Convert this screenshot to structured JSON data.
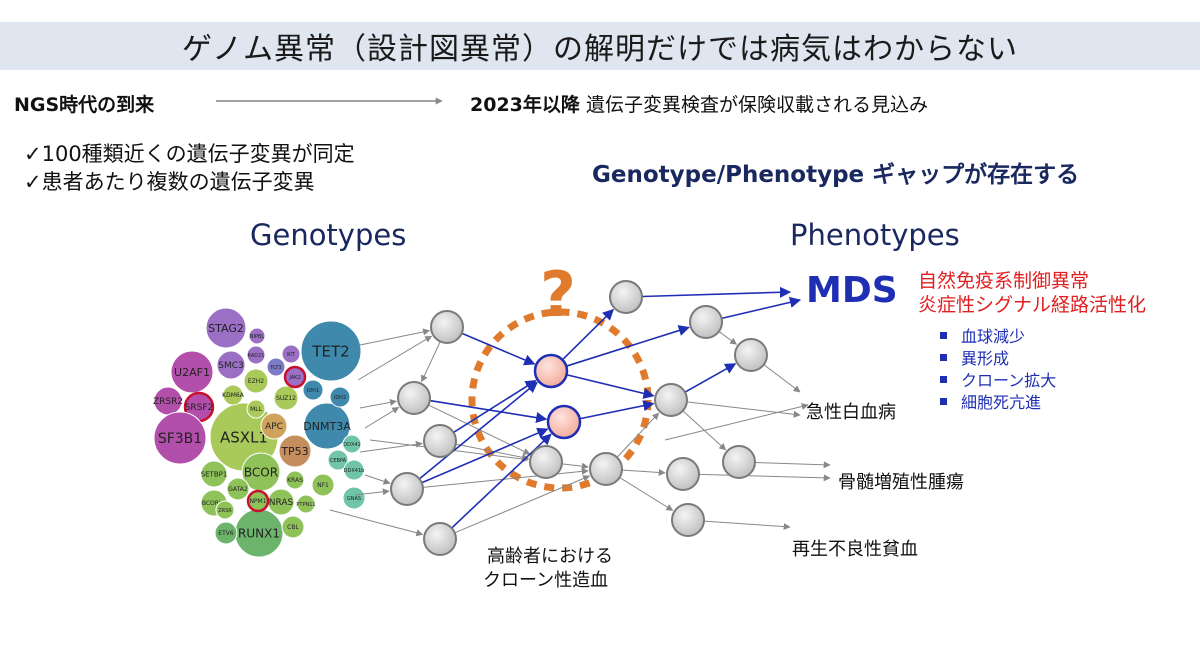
{
  "header": {
    "title": "ゲノム異常（設計図異常）の解明だけでは病気はわからない"
  },
  "timeline": {
    "left": "NGS時代の到来",
    "right_year": "2023年以降",
    "right_text": "遺伝子変異検査が保険収載される見込み"
  },
  "checks": [
    "✓100種類近くの遺伝子変異が同定",
    "✓患者あたり複数の遺伝子変異"
  ],
  "gap_text": "Genotype/Phenotype ギャップが存在する",
  "genotypes_label": "Genotypes",
  "phenotypes_label": "Phenotypes",
  "mds": {
    "label": "MDS",
    "red_lines": [
      "自然免疫系制御異常",
      "炎症性シグナル経路活性化"
    ],
    "bullets": [
      "血球減少",
      "異形成",
      "クローン拡大",
      "細胞死亢進"
    ]
  },
  "outcomes": [
    "急性白血病",
    "骨髄増殖性腫瘍",
    "再生不良性貧血"
  ],
  "chip_label": [
    "高齢者における",
    "クローン性造血"
  ],
  "question_mark": "?",
  "genes": [
    {
      "label": "STAG2",
      "color": "#9b6fc4"
    },
    {
      "label": "U2AF1",
      "color": "#b24fab"
    },
    {
      "label": "SMC3",
      "color": "#9b6fc4"
    },
    {
      "label": "ZRSR2",
      "color": "#b24fab"
    },
    {
      "label": "SRSF2",
      "color": "#b24fab"
    },
    {
      "label": "SF3B1",
      "color": "#b24fab"
    },
    {
      "label": "ASXL1",
      "color": "#a9c95a"
    },
    {
      "label": "APC",
      "color": "#d0a35c"
    },
    {
      "label": "TP53",
      "color": "#c48e5e"
    },
    {
      "label": "TET2",
      "color": "#3f89ad"
    },
    {
      "label": "DNMT3A",
      "color": "#3f89ad"
    },
    {
      "label": "BCOR",
      "color": "#8fc35a"
    },
    {
      "label": "NRAS",
      "color": "#8fc35a"
    },
    {
      "label": "RUNX1",
      "color": "#6cb46c"
    },
    {
      "label": "SETBP1",
      "color": "#8fc35a"
    },
    {
      "label": "BCORL1",
      "color": "#8fc35a"
    },
    {
      "label": "ETV6",
      "color": "#6cb46c"
    },
    {
      "label": "GATA2",
      "color": "#8fc35a"
    },
    {
      "label": "ZRSR",
      "color": "#8fc35a"
    },
    {
      "label": "NPM1",
      "color": "#8fc35a"
    },
    {
      "label": "KRAS",
      "color": "#8fc35a"
    },
    {
      "label": "CBL",
      "color": "#8fc35a"
    },
    {
      "label": "NF1",
      "color": "#8fc35a"
    },
    {
      "label": "PTPN11",
      "color": "#8fc35a"
    },
    {
      "label": "EZH2",
      "color": "#a9c95a"
    },
    {
      "label": "KDM6A",
      "color": "#a9c95a"
    },
    {
      "label": "MLL",
      "color": "#a9c95a"
    },
    {
      "label": "SUZ12",
      "color": "#a9c95a"
    },
    {
      "label": "RAD21",
      "color": "#9b6fc4"
    },
    {
      "label": "NIPBL",
      "color": "#9b6fc4"
    },
    {
      "label": "FLT3",
      "color": "#7b7bc6"
    },
    {
      "label": "IDH1",
      "color": "#3f89ad"
    },
    {
      "label": "IDH2",
      "color": "#3f89ad"
    },
    {
      "label": "JAK2",
      "color": "#9b6fc4"
    },
    {
      "label": "KIT",
      "color": "#9b6fc4"
    },
    {
      "label": "DDX41",
      "color": "#6fc4aa"
    },
    {
      "label": "CEBPA",
      "color": "#6fc4aa"
    },
    {
      "label": "DDX41b",
      "color": "#6fc4aa"
    },
    {
      "label": "GNAS",
      "color": "#6fc4aa"
    }
  ],
  "colors": {
    "dark_blue": "#1a2860",
    "red": "#e02020",
    "blue": "#1f2fb4",
    "orange": "#e07b2e",
    "grey_node": "#cfcfcf",
    "grey_edge": "#888888"
  }
}
